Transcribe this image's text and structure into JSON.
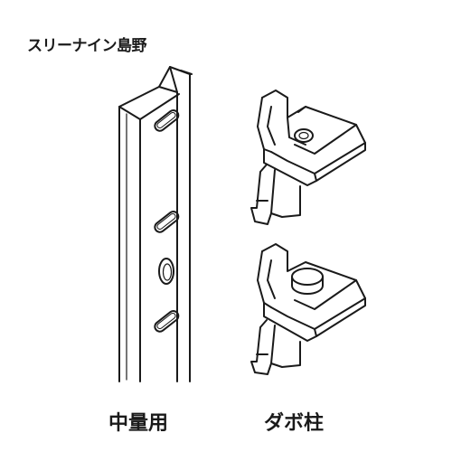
{
  "brand": "スリーナイン島野",
  "captions": {
    "left": "中量用",
    "right": "ダボ柱"
  }
}
